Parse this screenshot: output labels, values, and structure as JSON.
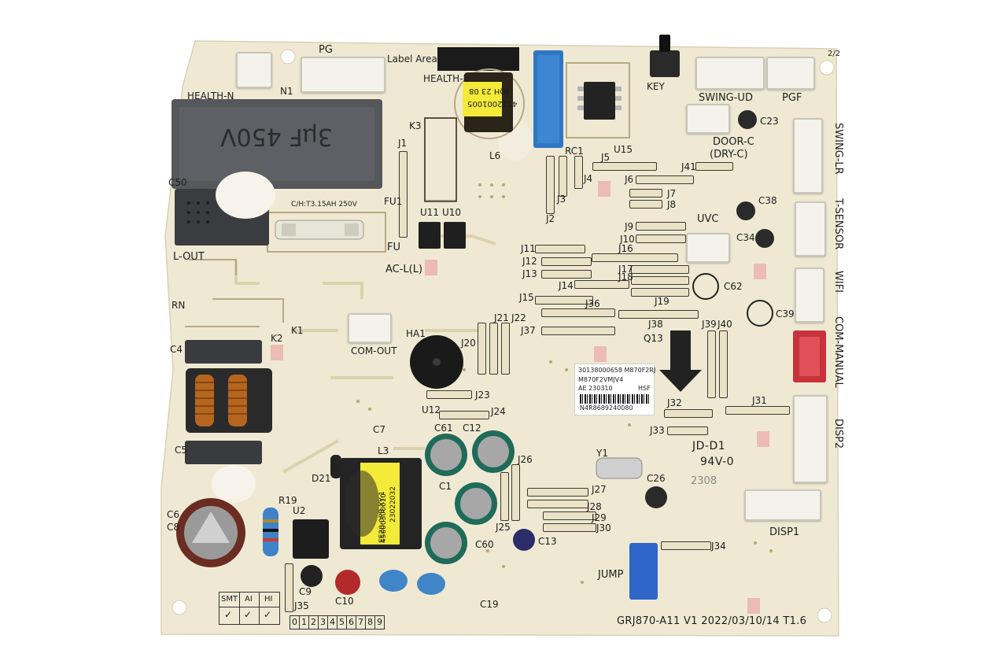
{
  "board": {
    "model_line": "GRJ870-A11 V1 2022/03/10/14 T1.6",
    "corner_mark": "2/2",
    "logo_text": "JD-D1",
    "ul_rating": "94V-0",
    "date_code": "2308"
  },
  "labels": {
    "pg": "PG",
    "label_area": "Label Area",
    "health_n": "HEALTH-N",
    "health_l": "HEALTH-L",
    "n1": "N1",
    "key": "KEY",
    "swing_ud": "SWING-UD",
    "pgf": "PGF",
    "c23": "C23",
    "door_c": "DOOR-C",
    "dry_c": "(DRY-C)",
    "swing_lr": "SWING-LR",
    "k3": "K3",
    "j1": "J1",
    "l6": "L6",
    "rc1": "RC1",
    "u15": "U15",
    "j5": "J5",
    "j41": "J41",
    "j6": "J6",
    "j7": "J7",
    "j8": "J8",
    "j3": "J3",
    "j4": "J4",
    "j2": "J2",
    "c38": "C38",
    "t_sensor": "T-SENSOR",
    "uvc": "UVC",
    "c34": "C34",
    "j9": "J9",
    "j10": "J10",
    "c50": "C50",
    "fu1": "FU1",
    "fuse_rating": "C/H:T3.15AH 250V",
    "u11": "U11",
    "u10": "U10",
    "fu": "FU",
    "l_out": "L-OUT",
    "ac_l": "AC-L(L)",
    "j11": "J11",
    "j12": "J12",
    "j13": "J13",
    "j14": "J14",
    "j16": "J16",
    "j17": "J17",
    "j18": "J18",
    "j19": "J19",
    "c62": "C62",
    "wifi": "WIFI",
    "rn": "RN",
    "j15": "J15",
    "j36": "J36",
    "c39": "C39",
    "j21": "J21",
    "j22": "J22",
    "j37": "J37",
    "j38": "J38",
    "j39": "J39",
    "j40": "J40",
    "com_manual": "COM-MANUAL",
    "k2": "K2",
    "k1": "K1",
    "com_out": "COM-OUT",
    "ha1": "HA1",
    "j20": "J20",
    "q13": "Q13",
    "c4": "C4",
    "j23": "J23",
    "j31": "J31",
    "u12": "U12",
    "j24": "J24",
    "j32": "J32",
    "disp2": "DISP2",
    "c7": "C7",
    "c61": "C61",
    "c12": "C12",
    "j33": "J33",
    "c5": "C5",
    "l3": "L3",
    "j26": "J26",
    "y1": "Y1",
    "d21": "D21",
    "c1": "C1",
    "c26": "C26",
    "r19": "R19",
    "u2": "U2",
    "j27": "J27",
    "j28": "J28",
    "j29": "J29",
    "j30": "J30",
    "c6": "C6",
    "c8": "C8",
    "j25": "J25",
    "disp1": "DISP1",
    "c13": "C13",
    "c60": "C60",
    "j34": "J34",
    "jump": "JUMP",
    "c9": "C9",
    "c10": "C10",
    "c19": "C19",
    "j35": "J35",
    "smt": "SMT",
    "ai": "AI",
    "hi": "HI",
    "digits": [
      "0",
      "1",
      "2",
      "3",
      "4",
      "5",
      "6",
      "7",
      "8",
      "9"
    ]
  },
  "components": {
    "big_cap_text": "3μF 450V",
    "transformer_text_1": "JQH 23 08",
    "transformer_text_2": "4512001005",
    "inductor_text_1": "45000300010",
    "inductor_text_2": "EE20-0PB XY-1",
    "inductor_text_3": "23022032"
  },
  "sticker": {
    "line1": "30138000658 M870F2RJ",
    "line2": "M870F2VMJV4",
    "line3": "AE 230310",
    "hsf": "HSF",
    "serial": "N4R8689240080"
  }
}
